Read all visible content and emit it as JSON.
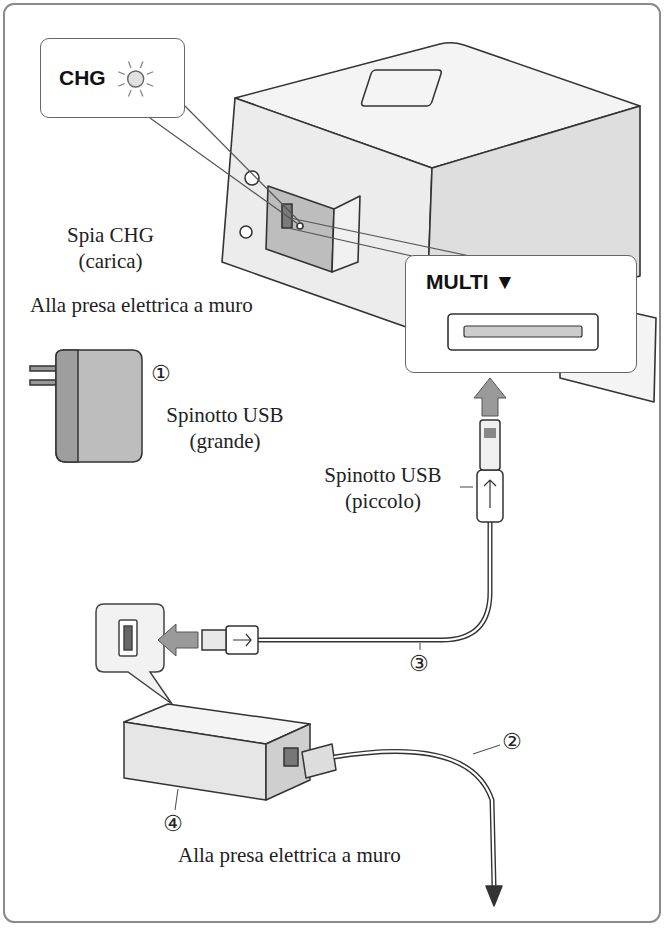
{
  "diagram": {
    "nodes": [
      {
        "text": [
          "CHG"
        ]
      },
      {
        "text": [
          "MULTI ▼"
        ]
      }
    ],
    "labels": [
      "Spia CHG (carica)",
      "Alla presa elettrica a muro",
      "①",
      "Spinotto USB (grande)",
      "Spinotto USB (piccolo)",
      "③",
      "②",
      "④",
      "Alla presa elettrica a muro"
    ]
  }
}
